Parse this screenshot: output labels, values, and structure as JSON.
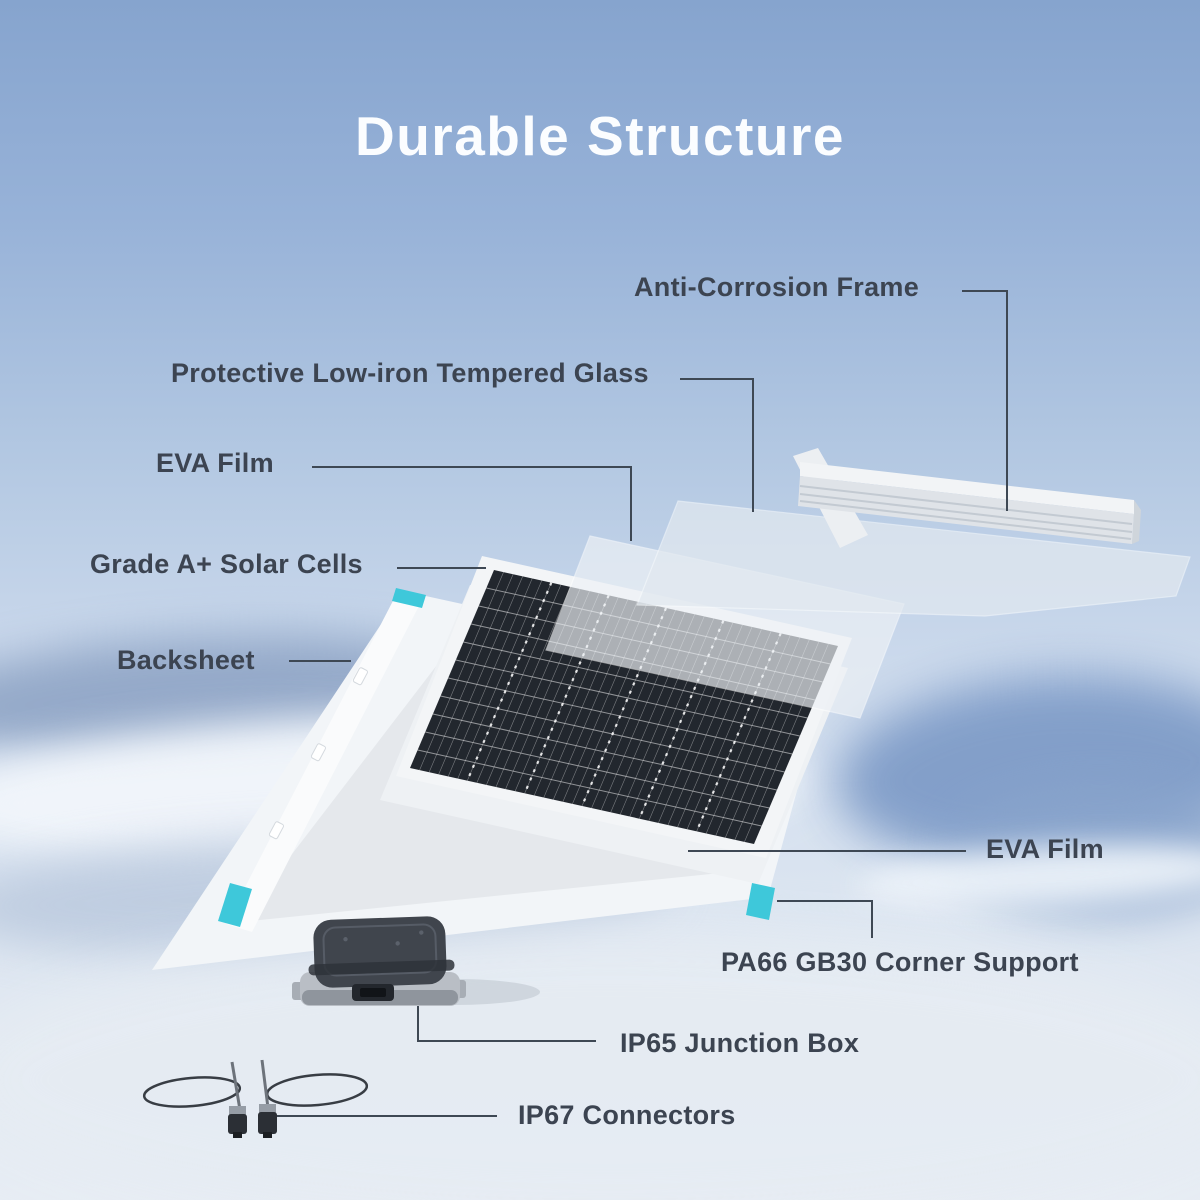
{
  "title": "Durable Structure",
  "colors": {
    "background_top": "#86a4ce",
    "background_bottom": "#e7edf4",
    "title_text": "#fbfdff",
    "label_text": "#3c4451",
    "leader_line": "#3e4854",
    "accent_cyan": "#3ec8da",
    "panel_cells_dark": "#22272e",
    "layer_white": "#f2f5f7",
    "junction_box_dark": "#40454d"
  },
  "labels": [
    {
      "id": "anti-corrosion-frame",
      "text": "Anti-Corrosion Frame"
    },
    {
      "id": "tempered-glass",
      "text": "Protective Low-iron Tempered Glass"
    },
    {
      "id": "eva-film-top",
      "text": "EVA Film"
    },
    {
      "id": "solar-cells",
      "text": "Grade A+ Solar Cells"
    },
    {
      "id": "backsheet",
      "text": "Backsheet"
    },
    {
      "id": "eva-film-bottom",
      "text": "EVA Film"
    },
    {
      "id": "corner-support",
      "text": "PA66 GB30 Corner Support"
    },
    {
      "id": "junction-box",
      "text": "IP65 Junction Box"
    },
    {
      "id": "connectors",
      "text": "IP67 Connectors"
    }
  ]
}
